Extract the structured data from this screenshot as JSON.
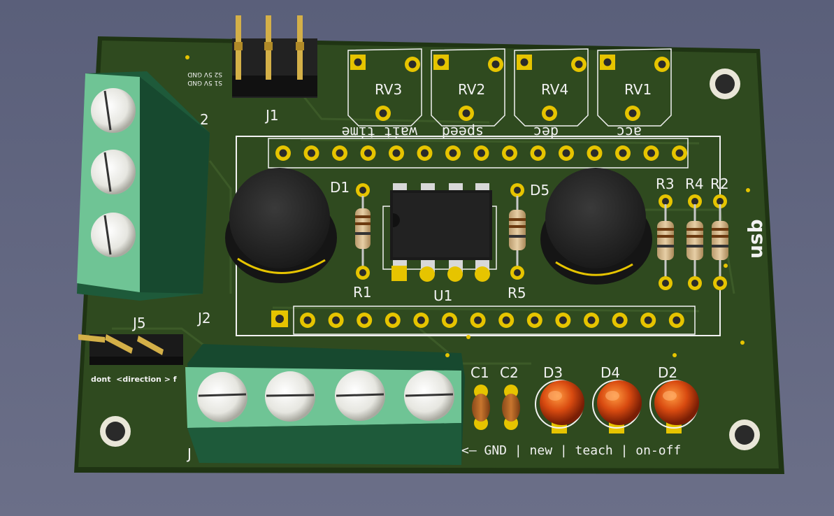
{
  "board": {
    "board_color": "#2f4a1f",
    "copper_color": "#e6c400",
    "silk_color": "#f2f2f2",
    "header_top": {
      "ref": "J1",
      "pin_labels": "S2 5V GND",
      "pin_labels_2": "S1 5V GND"
    },
    "header_small": {
      "ref": "J5",
      "hint": "dont  <direction > f"
    },
    "terminal_left": {
      "ref": "J2",
      "ref_partial": "J2",
      "ref_offset": "2"
    },
    "terminal_bottom": {
      "ref": "J"
    },
    "trimmers": [
      {
        "ref": "RV3",
        "label": "wait time"
      },
      {
        "ref": "RV2",
        "label": "speed"
      },
      {
        "ref": "RV4",
        "label": "dec"
      },
      {
        "ref": "RV1",
        "label": "acc"
      }
    ],
    "diodes": {
      "d1": "D1",
      "d5": "D5"
    },
    "resistors": {
      "r1": "R1",
      "r5": "R5",
      "r3": "R3",
      "r4": "R4",
      "r2": "R2"
    },
    "ic": {
      "ref": "U1"
    },
    "caps": {
      "c1": "C1",
      "c2": "C2"
    },
    "leds": [
      {
        "ref": "D3"
      },
      {
        "ref": "D4"
      },
      {
        "ref": "D2"
      }
    ],
    "usb_label": "usb",
    "bottom_legend": "<— GND | new | teach | on-off"
  }
}
